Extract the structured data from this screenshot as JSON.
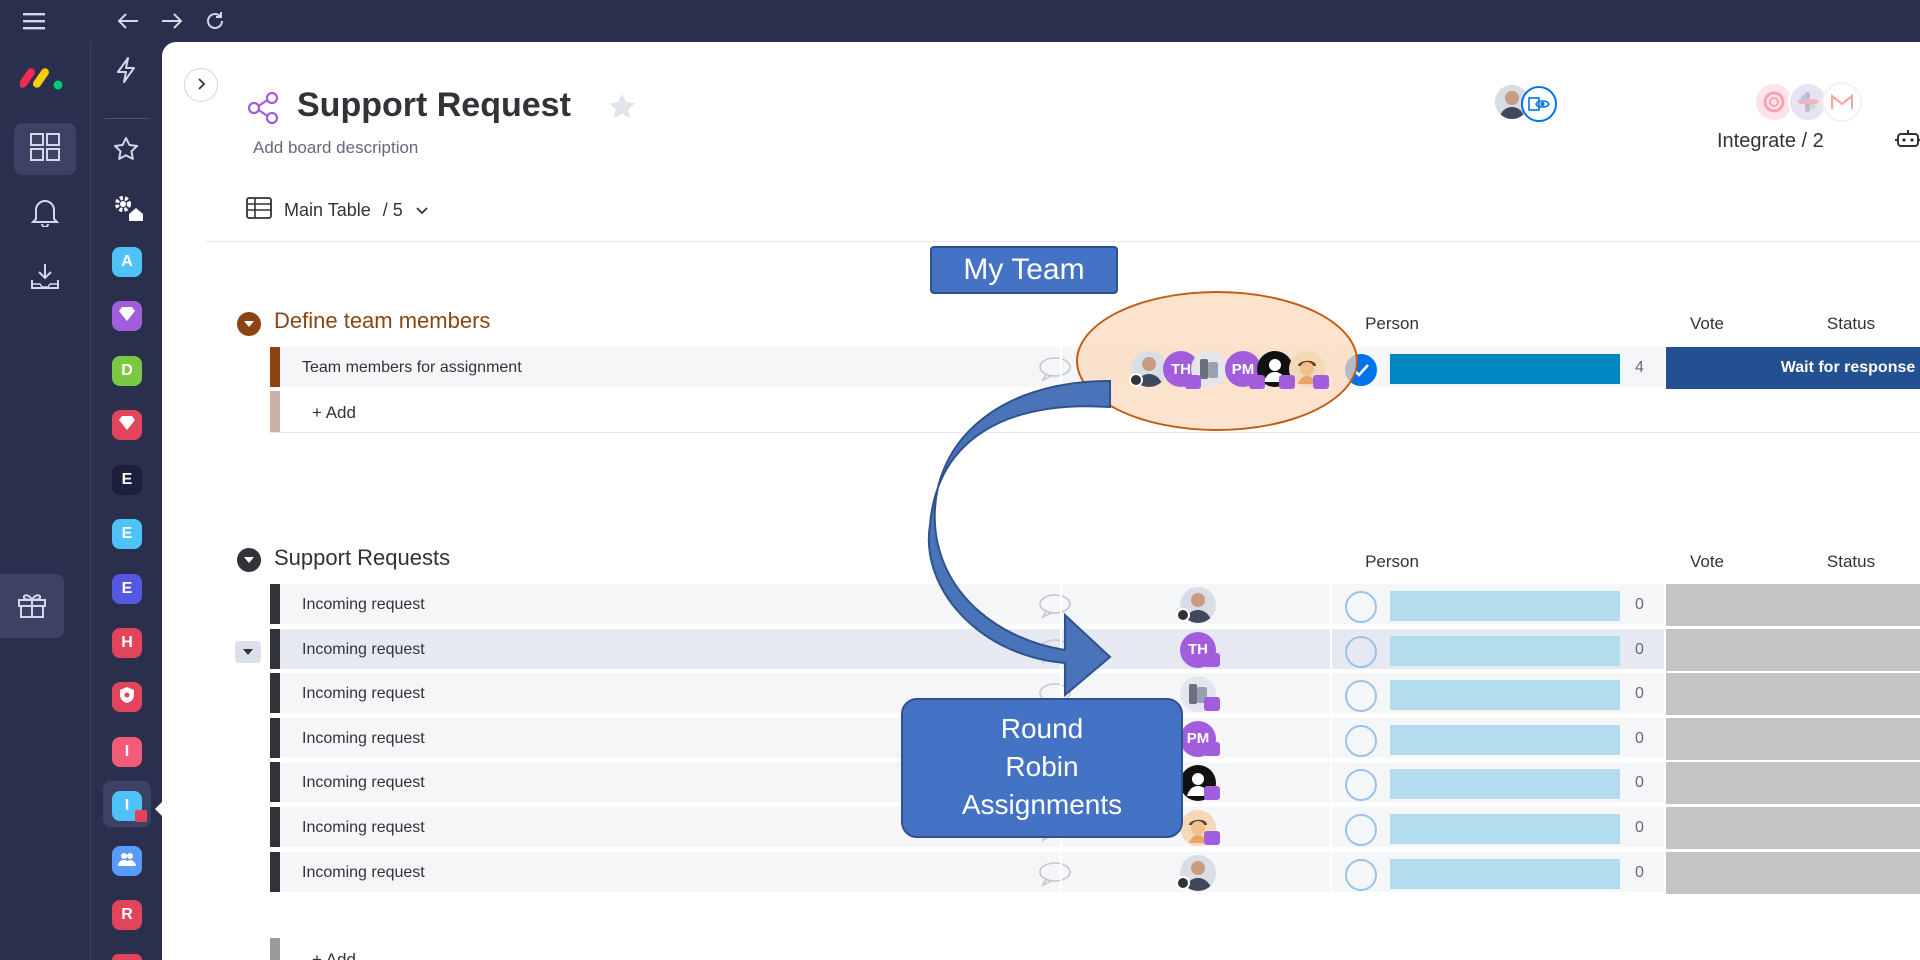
{
  "board": {
    "title": "Support Request",
    "description": "Add board description",
    "view_label": "Main Table",
    "view_count": "/ 5"
  },
  "header": {
    "integrate_label": "Integrate / 2"
  },
  "workspaces": [
    {
      "letter": "A",
      "color": "#4fc3f7"
    },
    {
      "letter": "",
      "color": "#a25ddc",
      "icon": "gem-icon"
    },
    {
      "letter": "D",
      "color": "#7ac943"
    },
    {
      "letter": "",
      "color": "#e2445c",
      "icon": "gem-icon"
    },
    {
      "letter": "E",
      "color": "#1c1f3b"
    },
    {
      "letter": "E",
      "color": "#4fc3f7"
    },
    {
      "letter": "E",
      "color": "#5559df"
    },
    {
      "letter": "H",
      "color": "#e2445c"
    },
    {
      "letter": "",
      "color": "#e2445c",
      "icon": "shield-icon"
    },
    {
      "letter": "I",
      "color": "#f25c7a"
    },
    {
      "letter": "I",
      "color": "#4fc3f7"
    },
    {
      "letter": "",
      "color": "#579bfc",
      "icon": "people-icon"
    },
    {
      "letter": "R",
      "color": "#e2445c"
    }
  ],
  "groups": [
    {
      "title": "Define team members",
      "color": "#8b4513",
      "columns": {
        "person": "Person",
        "vote": "Vote",
        "status": "Status"
      },
      "rows": [
        {
          "name": "Team members for assignment",
          "vote": "4",
          "status": "Wait for response",
          "status_color": "#225091"
        }
      ],
      "add_label": "+ Add"
    },
    {
      "title": "Support Requests",
      "color": "#323338",
      "columns": {
        "person": "Person",
        "vote": "Vote",
        "status": "Status"
      },
      "rows": [
        {
          "name": "Incoming request",
          "vote": "0",
          "person": "photo"
        },
        {
          "name": "Incoming request",
          "vote": "0",
          "person": "TH"
        },
        {
          "name": "Incoming request",
          "vote": "0",
          "person": "device"
        },
        {
          "name": "Incoming request",
          "vote": "0",
          "person": "PM"
        },
        {
          "name": "Incoming request",
          "vote": "0",
          "person": "silhouette"
        },
        {
          "name": "Incoming request",
          "vote": "0",
          "person": "cartoon"
        },
        {
          "name": "Incoming request",
          "vote": "0",
          "person": "photo"
        }
      ],
      "add_label": "+ Add"
    }
  ],
  "annotations": {
    "team_callout": "My Team",
    "rr_callout_line1": "Round",
    "rr_callout_line2": "Robin",
    "rr_callout_line3": "Assignments"
  },
  "colors": {
    "vote_full": "#0086c0",
    "vote_empty": "#b4dcef",
    "status_empty": "#c4c4c4",
    "avatar_purple": "#a25ddc",
    "brand_red": "#f62b54",
    "brand_yellow": "#ffcc00",
    "brand_green": "#00ca72"
  }
}
